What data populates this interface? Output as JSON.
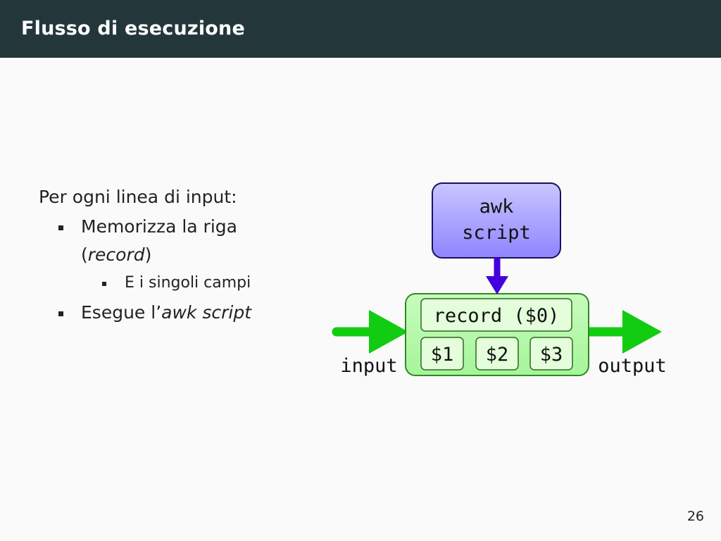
{
  "header": {
    "title": "Flusso di esecuzione"
  },
  "content": {
    "intro": "Per ogni linea di input:",
    "bullet1": {
      "line1": "Memorizza la riga",
      "open_paren": "(",
      "emphasis": "record",
      "close_paren": ")",
      "sub_bullet": "E i singoli campi"
    },
    "bullet2": {
      "prefix": "Esegue l’",
      "emphasis": "awk script"
    }
  },
  "diagram": {
    "script_box": {
      "line1": "awk",
      "line2": "script"
    },
    "record_label": "record ($0)",
    "fields": [
      "$1",
      "$2",
      "$3"
    ],
    "input_label": "input",
    "output_label": "output",
    "colors": {
      "script_fill_top": "#c9c6ff",
      "script_fill_bottom": "#8f84ff",
      "script_arrow": "#4400dd",
      "record_fill": "#a6f59a",
      "field_fill": "#e4fddb",
      "flow_arrow": "#11cc11"
    }
  },
  "footer": {
    "page_number": "26"
  }
}
